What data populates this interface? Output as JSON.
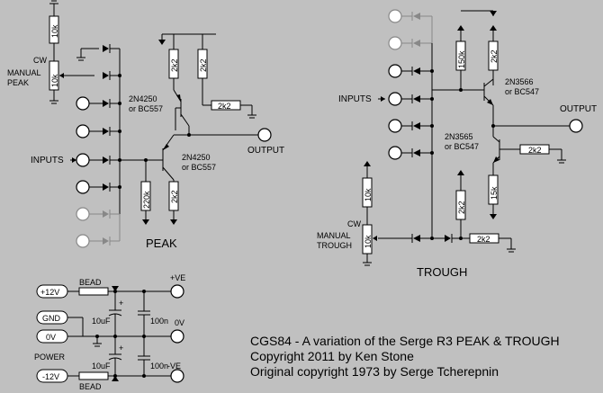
{
  "peak": {
    "title": "PEAK",
    "pot_label": "10k",
    "pot_top_label": "10k",
    "cw": "CW",
    "manual_line1": "MANUAL",
    "manual_line2": "PEAK",
    "inputs": "INPUTS",
    "output": "OUTPUT",
    "t1_line1": "2N4250",
    "t1_line2": "or BC557",
    "t2_line1": "2N4250",
    "t2_line2": "or BC557",
    "r_top1": "2k2",
    "r_top2": "2k2",
    "r_emit": "2k2",
    "r_220k": "220k",
    "r_bot": "2k2"
  },
  "trough": {
    "title": "TROUGH",
    "r150k": "150k",
    "r_top": "2k2",
    "t1_line1": "2N3566",
    "t1_line2": "or BC547",
    "t2_line1": "2N3565",
    "t2_line2": "or BC547",
    "r_mid": "2k2",
    "r15k": "15k",
    "r_left": "2k2",
    "r_bot": "2k2",
    "pot_top_label": "10k",
    "pot_label": "10k",
    "cw": "CW",
    "manual_line1": "MANUAL",
    "manual_line2": "TROUGH",
    "inputs": "INPUTS",
    "output": "OUTPUT"
  },
  "power": {
    "plus12": "+12V",
    "gnd": "GND",
    "zero": "0V",
    "minus12": "-12V",
    "label": "POWER",
    "bead1": "BEAD",
    "bead2": "BEAD",
    "plus_ve": "+VE",
    "zero_v": "0V",
    "minus_ve": "-VE",
    "cap1": "10uF",
    "cap2": "10uF",
    "cap3": "100n",
    "cap4": "100n",
    "plus_sign1": "+",
    "plus_sign2": "+"
  },
  "caption": {
    "line1": "CGS84 - A variation of the Serge R3 PEAK & TROUGH",
    "line2": "Copyright 2011 by Ken Stone",
    "line3": "Original copyright 1973 by Serge Tcherepnin"
  }
}
